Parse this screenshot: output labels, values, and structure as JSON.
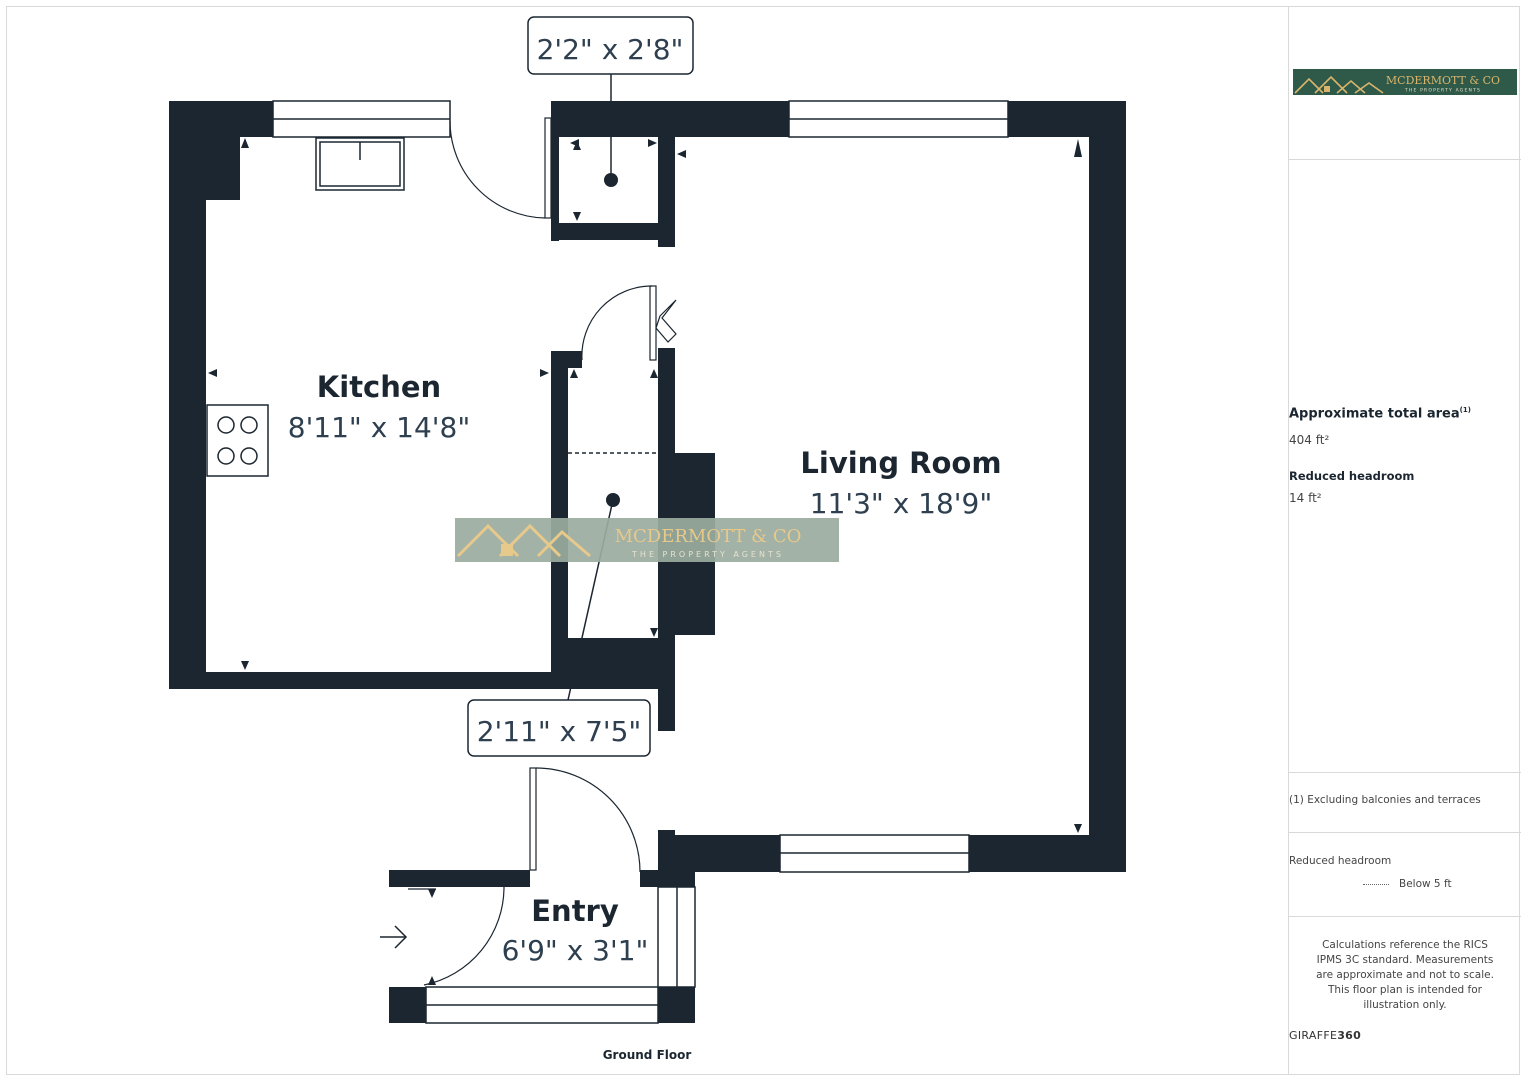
{
  "logo": {
    "name": "MCDERMOTT & CO",
    "tagline": "THE PROPERTY AGENTS"
  },
  "floor_label": "Ground Floor",
  "rooms": [
    {
      "name": "Kitchen",
      "dims": "8'11\" x 14'8\""
    },
    {
      "name": "Living Room",
      "dims": "11'3\" x 18'9\""
    },
    {
      "name": "Entry",
      "dims": "6'9\" x 3'1\""
    }
  ],
  "callouts": [
    {
      "dims": "2'2\" x 2'8\""
    },
    {
      "dims": "2'11\" x 7'5\""
    }
  ],
  "panel": {
    "area_title": "Approximate total area",
    "area_sup": "(1)",
    "area_value": "404 ft²",
    "reduced_title": "Reduced headroom",
    "reduced_value": "14 ft²",
    "note": "(1) Excluding balconies and terraces",
    "legend_title": "Reduced headroom",
    "legend_item": "Below 5 ft",
    "disclaimer": "Calculations reference the RICS IPMS 3C standard. Measurements are approximate and not to scale. This floor plan is intended for illustration only.",
    "brand_light": "GIRAFFE",
    "brand_bold": "360"
  },
  "colors": {
    "wall": "#1b2630",
    "logo_green": "#2f5a4a",
    "logo_gold": "#d9b46a",
    "watermark": "#9aab9e"
  }
}
